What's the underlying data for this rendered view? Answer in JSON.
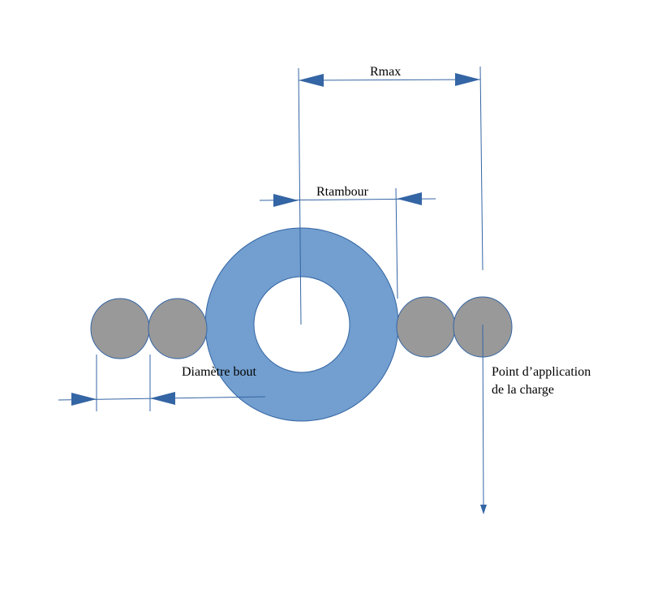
{
  "labels": {
    "rmax": "Rmax",
    "rtambour": "Rtambour",
    "diametre_bout": "Diamètre bout",
    "point_line1": "Point d’application",
    "point_line2": "de la charge"
  },
  "colors": {
    "drum": "#729fcf",
    "drum_stroke": "#3465a4",
    "rope": "#999999",
    "rope_stroke": "#3465a4",
    "arrow": "#3465a4",
    "line": "#3465a4"
  }
}
